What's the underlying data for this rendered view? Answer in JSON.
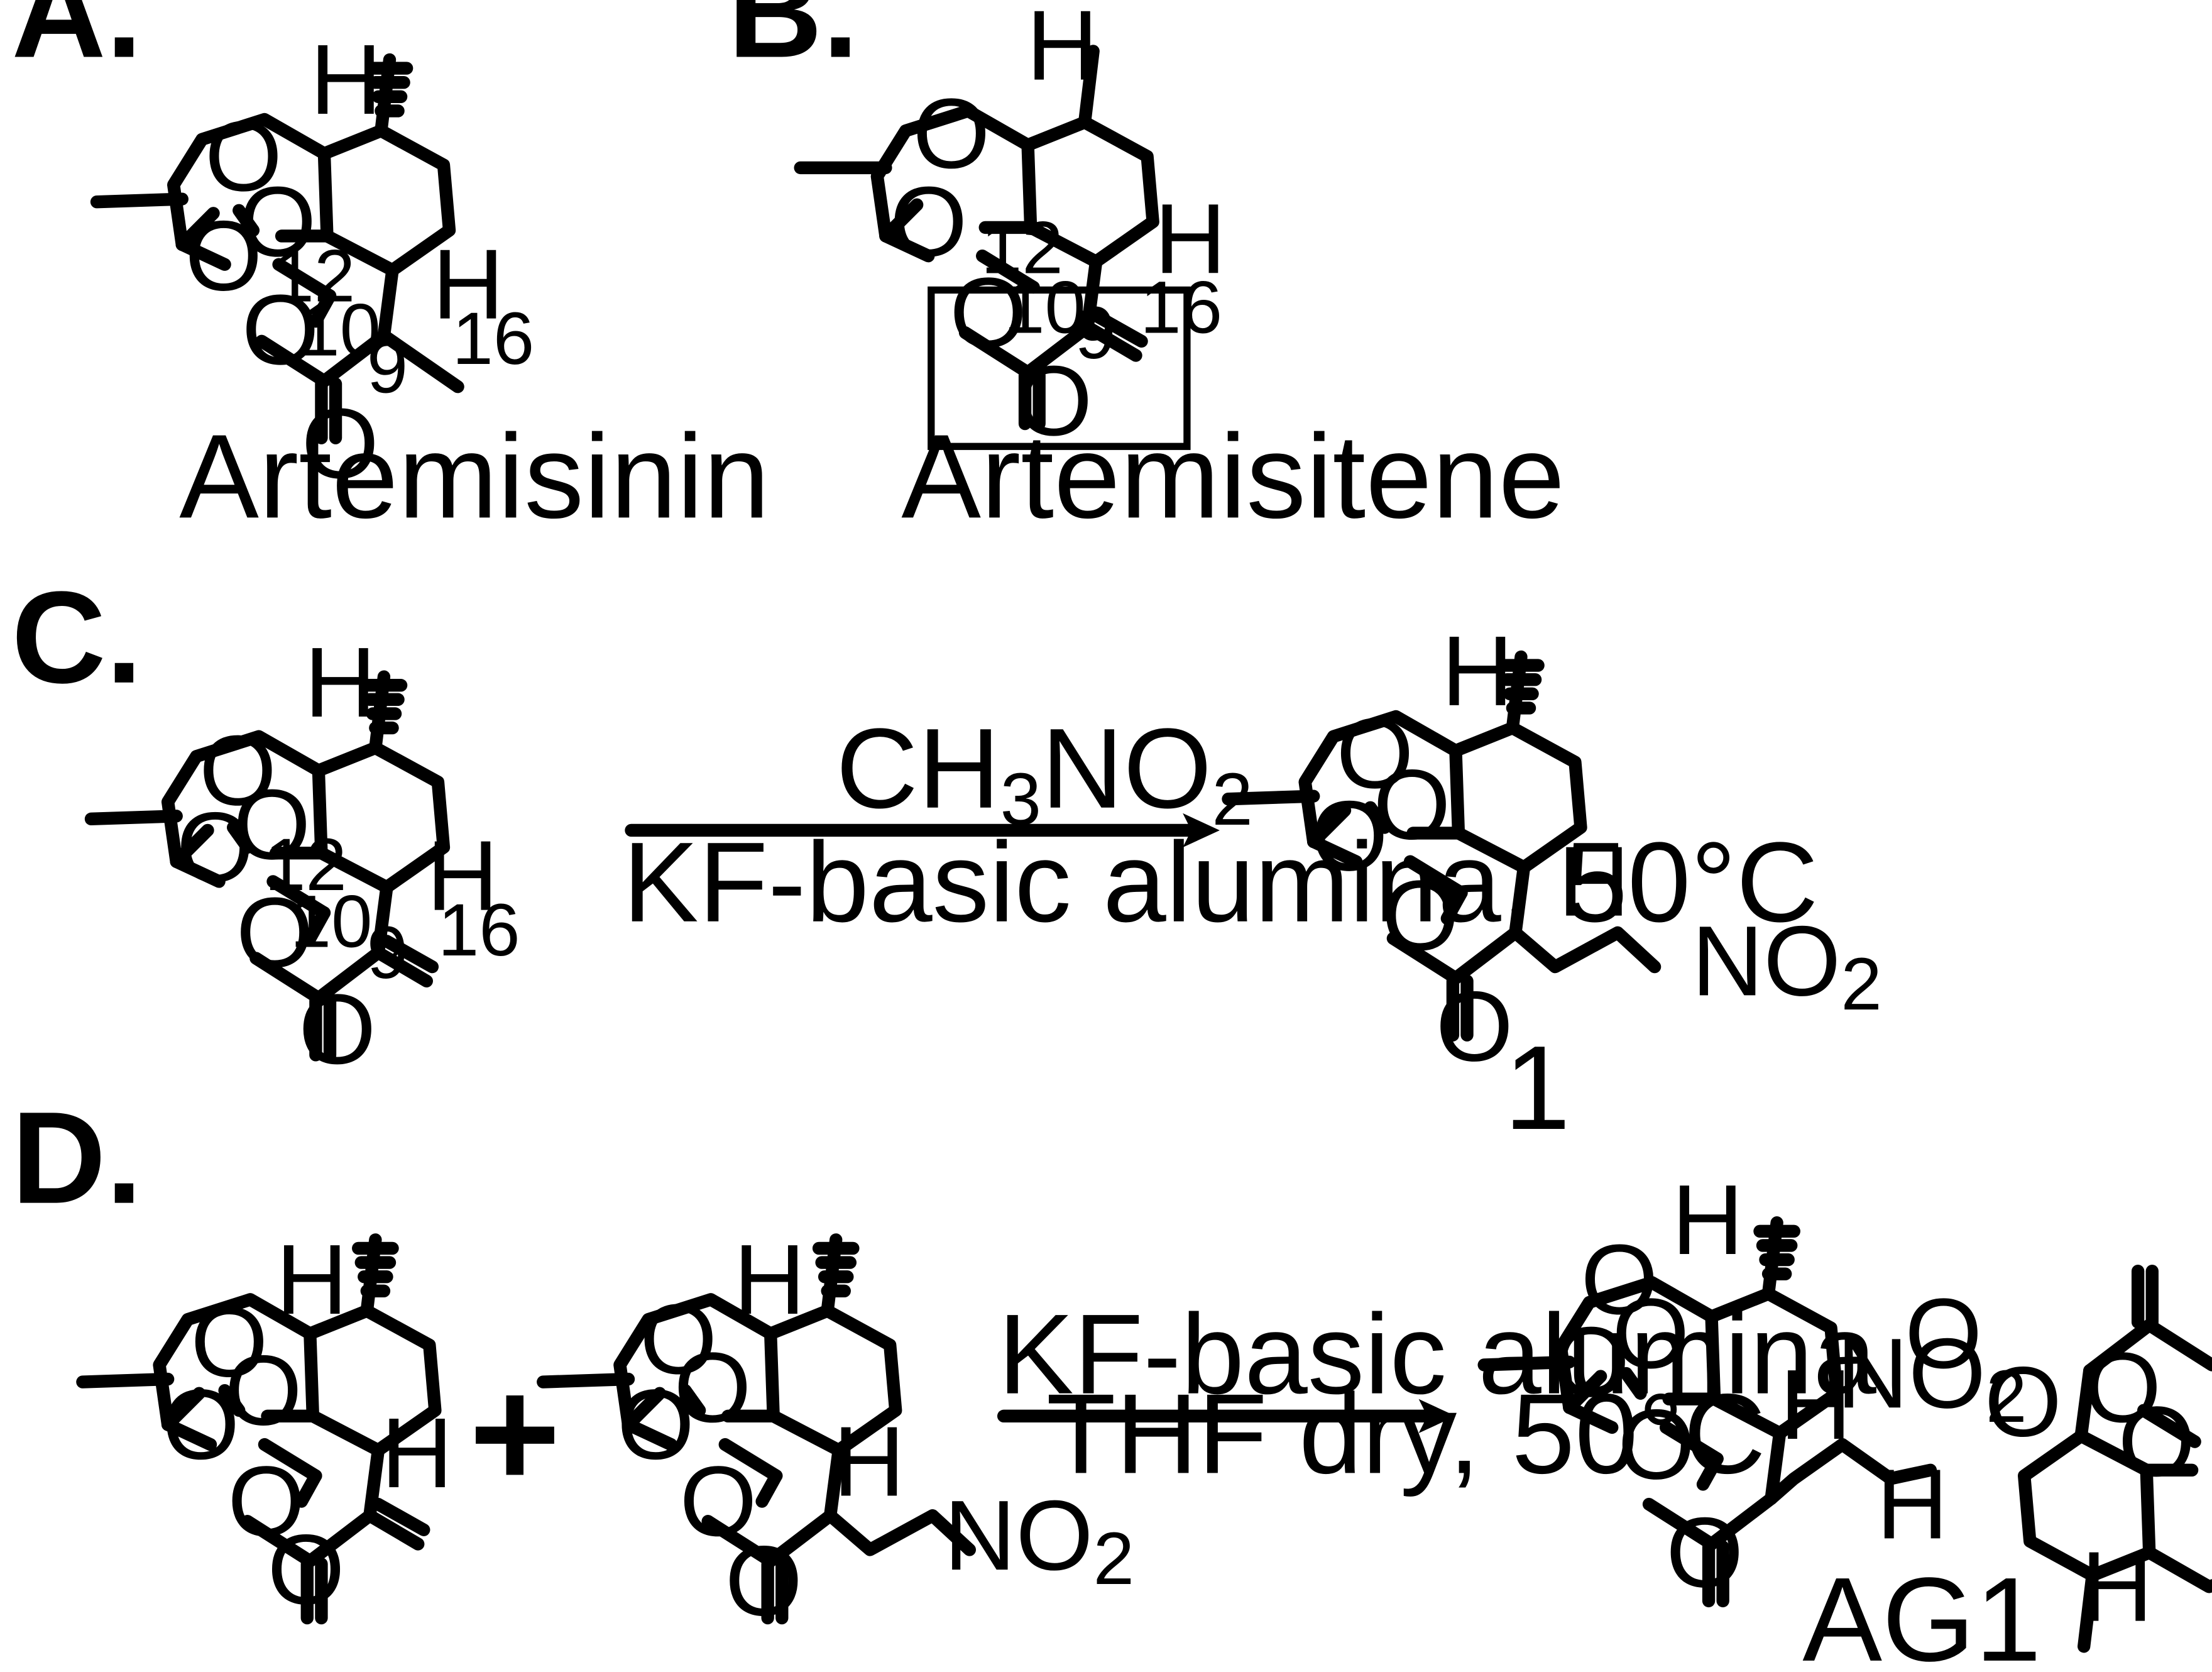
{
  "panels": {
    "a": {
      "label": "A.",
      "caption": "Artemisinin"
    },
    "b": {
      "label": "B.",
      "caption": "Artemisitene"
    },
    "c": {
      "label": "C.",
      "reagent_prefix": "CH",
      "reagent_sub1": "3",
      "reagent_mid": "NO",
      "reagent_sub2": "2",
      "conditions": "KF-basic alumina, 50°C",
      "product": "1"
    },
    "d": {
      "label": "D.",
      "plus": "+",
      "reagent": "KF-basic alumina",
      "conditions": "THF dry, 50°C",
      "product": "AG1"
    }
  },
  "atoms": {
    "h": "H",
    "o": "O",
    "no": "NO",
    "two": "2",
    "c9": "9",
    "c10": "10",
    "c12": "12",
    "c16": "16"
  }
}
